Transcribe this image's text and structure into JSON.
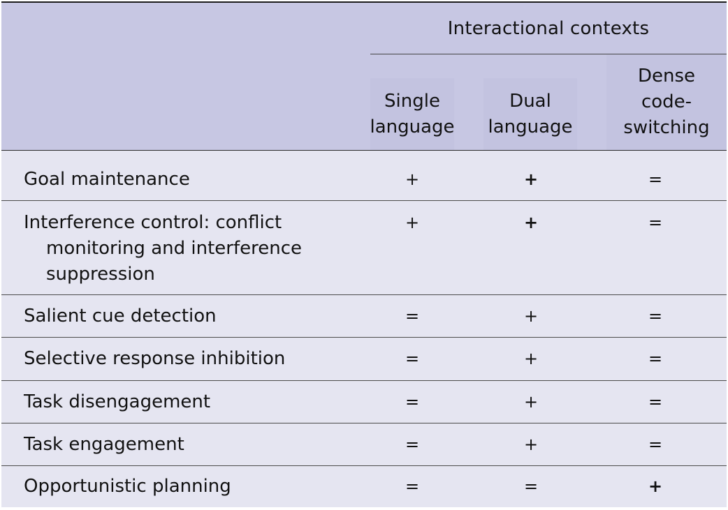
{
  "header": {
    "group_label": "Interactional contexts",
    "columns": [
      {
        "lines": [
          "Single",
          "language"
        ]
      },
      {
        "lines": [
          "Dual",
          "language"
        ]
      },
      {
        "lines": [
          "Dense",
          "code-",
          "switching"
        ]
      }
    ]
  },
  "rows": [
    {
      "label_lines": [
        "Goal maintenance"
      ],
      "values": [
        "+",
        "+",
        "="
      ],
      "bold": [
        false,
        true,
        false
      ]
    },
    {
      "label_lines": [
        "Interference control: conflict",
        "monitoring and interference",
        "suppression"
      ],
      "values": [
        "+",
        "+",
        "="
      ],
      "bold": [
        false,
        true,
        false
      ]
    },
    {
      "label_lines": [
        "Salient cue detection"
      ],
      "values": [
        "=",
        "+",
        "="
      ],
      "bold": [
        false,
        false,
        false
      ]
    },
    {
      "label_lines": [
        "Selective response inhibition"
      ],
      "values": [
        "=",
        "+",
        "="
      ],
      "bold": [
        false,
        false,
        false
      ]
    },
    {
      "label_lines": [
        "Task disengagement"
      ],
      "values": [
        "=",
        "+",
        "="
      ],
      "bold": [
        false,
        false,
        false
      ]
    },
    {
      "label_lines": [
        "Task engagement"
      ],
      "values": [
        "=",
        "+",
        "="
      ],
      "bold": [
        false,
        false,
        false
      ]
    },
    {
      "label_lines": [
        "Opportunistic planning"
      ],
      "values": [
        "=",
        "=",
        "+"
      ],
      "bold": [
        false,
        false,
        true
      ]
    }
  ]
}
